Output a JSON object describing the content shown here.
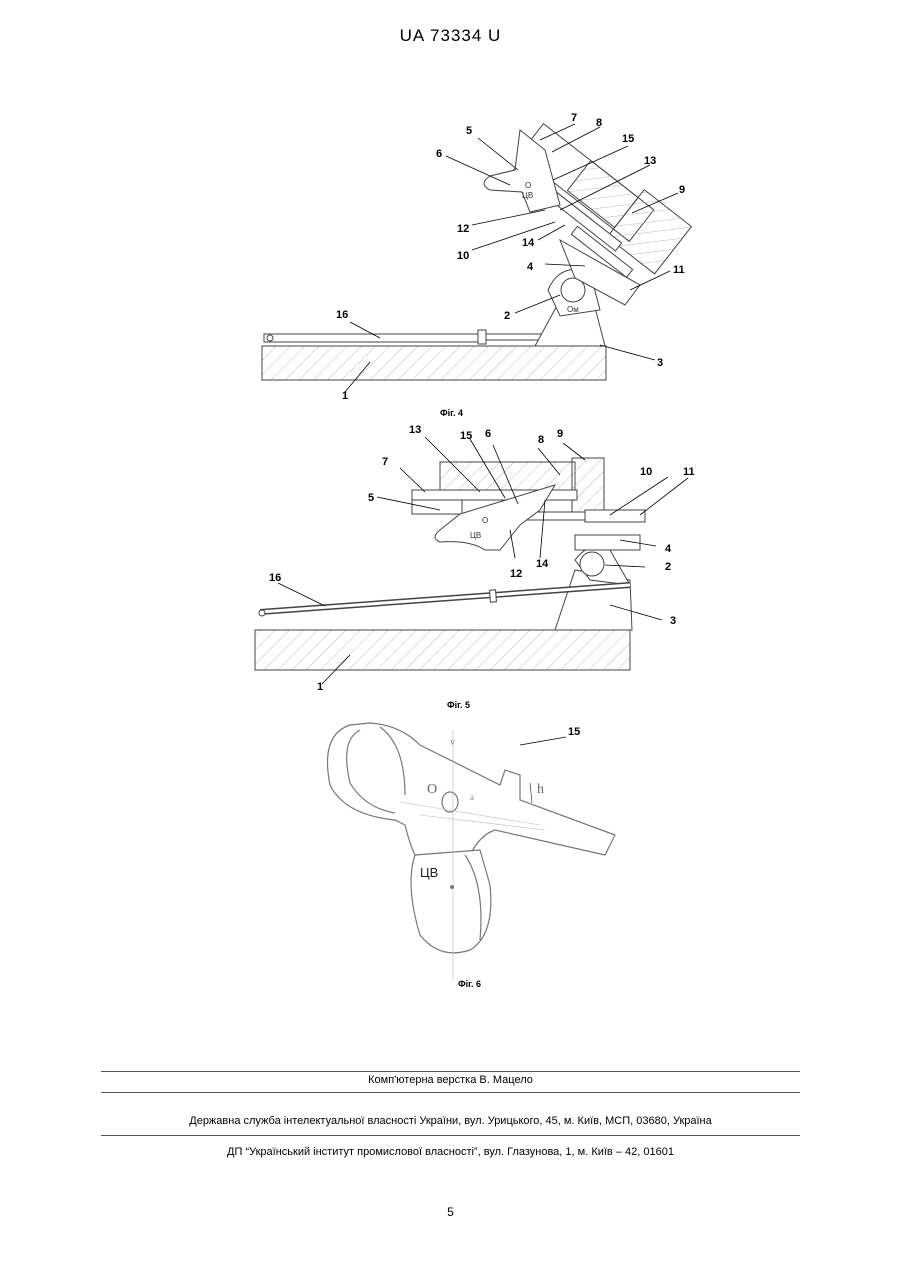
{
  "header": {
    "doc_number": "UA   73334   U"
  },
  "figures": [
    {
      "caption": "Фіг. 4",
      "labels": {
        "n1": "1",
        "n2": "2",
        "n3": "3",
        "n4": "4",
        "n5": "5",
        "n6": "6",
        "n7": "7",
        "n8": "8",
        "n9": "9",
        "n10": "10",
        "n11": "11",
        "n12": "12",
        "n13": "13",
        "n14": "14",
        "n15": "15",
        "n16": "16"
      },
      "small": {
        "o": "O",
        "cv": "ЦВ",
        "om": "Ом"
      }
    },
    {
      "caption": "Фіг. 5",
      "labels": {
        "n1": "1",
        "n2": "2",
        "n3": "3",
        "n4": "4",
        "n5": "5",
        "n6": "6",
        "n7": "7",
        "n8": "8",
        "n9": "9",
        "n10": "10",
        "n11": "11",
        "n12": "12",
        "n13": "13",
        "n14": "14",
        "n15": "15",
        "n16": "16"
      },
      "small": {
        "o": "O",
        "cv": "ЦВ"
      }
    },
    {
      "caption": "Фіг. 6",
      "labels": {
        "n15": "15",
        "o": "O",
        "h": "h",
        "v": "v",
        "a": "a",
        "cv": "ЦВ"
      }
    }
  ],
  "footer": {
    "layout": "Комп'ютерна верстка В. Мацело",
    "office": "Державна служба інтелектуальної власності України, вул. Урицького, 45, м. Київ, МСП, 03680, Україна",
    "institute": "ДП “Український інститут промислової власності”, вул. Глазунова, 1, м. Київ – 42, 01601"
  },
  "page_number": "5"
}
